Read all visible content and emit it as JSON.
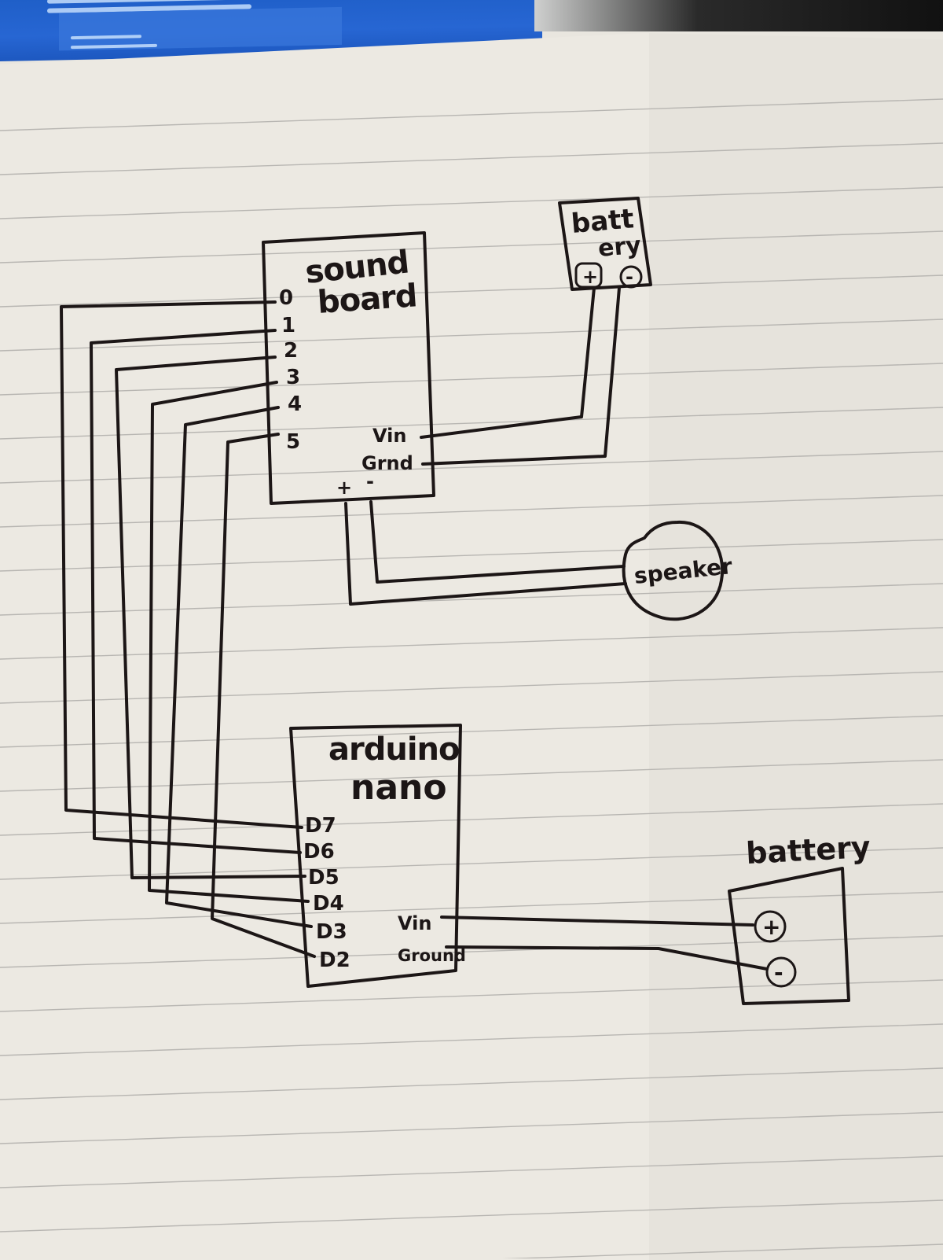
{
  "scene": {
    "description": "Hand-drawn wiring diagram on ruled notebook paper, photographed with a blue monitor screen visible at the top edge",
    "colors": {
      "paper": "#ece9e2",
      "ink": "#1c1616",
      "rule_line": "#b8b6b2",
      "monitor": "#2766d3"
    }
  },
  "components": {
    "sound_board": {
      "title_line1": "sound",
      "title_line2": "board",
      "pins": [
        "0",
        "1",
        "2",
        "3",
        "4",
        "5"
      ],
      "power_pins": {
        "vin": "Vin",
        "gnd": "Grnd"
      },
      "speaker_pins": {
        "plus": "+",
        "minus": "-"
      }
    },
    "battery_top": {
      "label_line1": "batt",
      "label_line2": "ery",
      "terminals": {
        "plus": "+",
        "minus": "-"
      }
    },
    "speaker": {
      "label": "speaker"
    },
    "arduino_nano": {
      "title_line1": "arduino",
      "title_line2": "nano",
      "pins": [
        "D7",
        "D6",
        "D5",
        "D4",
        "D3",
        "D2"
      ],
      "power_pins": {
        "vin": "Vin",
        "gnd": "Ground"
      }
    },
    "battery_bottom": {
      "label": "battery",
      "terminals": {
        "plus": "+",
        "minus": "-"
      }
    }
  },
  "connections": [
    {
      "from": "sound_board.0",
      "to": "arduino_nano.D7"
    },
    {
      "from": "sound_board.1",
      "to": "arduino_nano.D6"
    },
    {
      "from": "sound_board.2",
      "to": "arduino_nano.D5"
    },
    {
      "from": "sound_board.3",
      "to": "arduino_nano.D4"
    },
    {
      "from": "sound_board.4",
      "to": "arduino_nano.D3"
    },
    {
      "from": "sound_board.5",
      "to": "arduino_nano.D2"
    },
    {
      "from": "sound_board.Vin",
      "to": "battery_top.+"
    },
    {
      "from": "sound_board.Grnd",
      "to": "battery_top.-"
    },
    {
      "from": "sound_board.+",
      "to": "speaker"
    },
    {
      "from": "sound_board.-",
      "to": "speaker"
    },
    {
      "from": "arduino_nano.Vin",
      "to": "battery_bottom.+"
    },
    {
      "from": "arduino_nano.Ground",
      "to": "battery_bottom.-"
    }
  ]
}
